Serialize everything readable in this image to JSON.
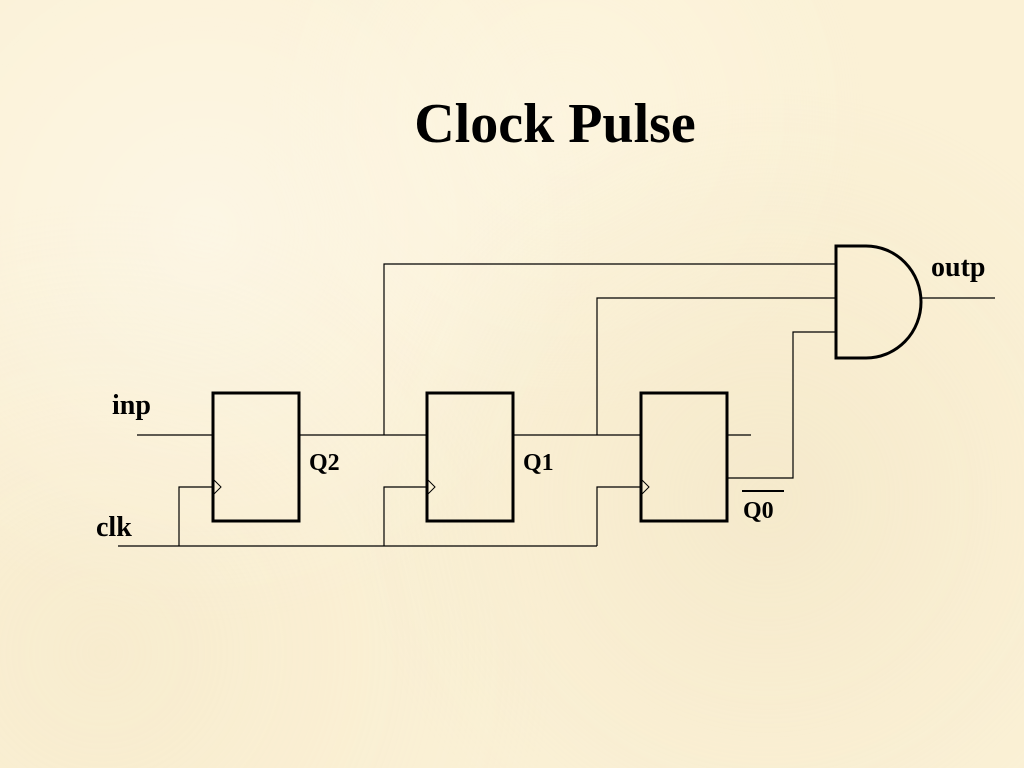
{
  "slide": {
    "title": "Clock Pulse"
  },
  "diagram": {
    "labels": {
      "input": "inp",
      "clock": "clk",
      "q2": "Q2",
      "q1": "Q1",
      "q0_bar": "Q0",
      "output": "outp"
    },
    "components": {
      "flip_flops": [
        "flip-flop-q2",
        "flip-flop-q1",
        "flip-flop-q0"
      ],
      "gate": "and-gate"
    }
  },
  "colors": {
    "background": "#fbf1d6",
    "ink": "#000000"
  }
}
